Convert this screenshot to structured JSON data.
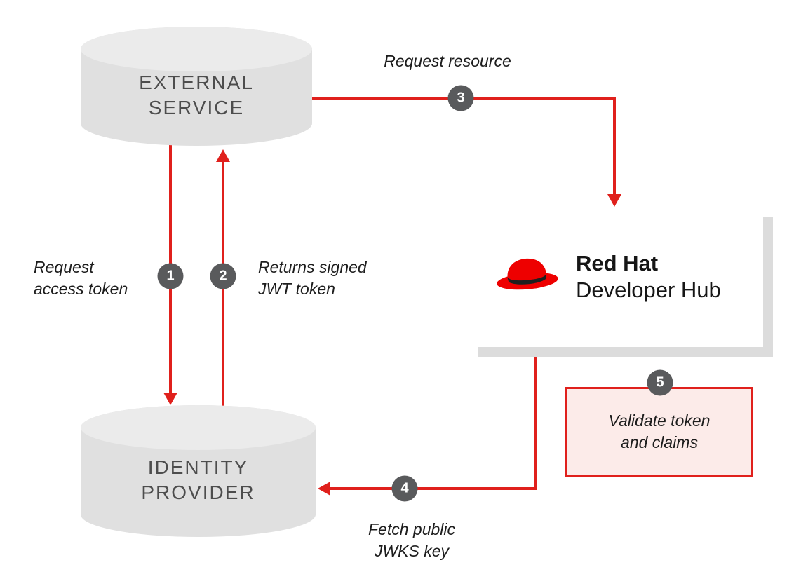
{
  "nodes": {
    "external_service": {
      "line1": "EXTERNAL",
      "line2": "SERVICE"
    },
    "identity_provider": {
      "line1": "IDENTITY",
      "line2": "PROVIDER"
    },
    "developer_hub": {
      "name_bold": "Red Hat",
      "name_regular": "Developer Hub"
    },
    "validate": {
      "line1": "Validate token",
      "line2": "and claims"
    }
  },
  "steps": {
    "s1": {
      "num": "1",
      "line1": "Request",
      "line2": "access token"
    },
    "s2": {
      "num": "2",
      "line1": "Returns signed",
      "line2": "JWT token"
    },
    "s3": {
      "num": "3",
      "label": "Request resource"
    },
    "s4": {
      "num": "4",
      "line1": "Fetch public",
      "line2": "JWKS key"
    },
    "s5": {
      "num": "5"
    }
  },
  "colors": {
    "arrow_red": "#e0201c",
    "hat_red": "#ee0000",
    "badge_gray": "#595a5c",
    "cylinder_gray": "#e0e0e0",
    "validate_bg": "#fcebe9",
    "shadow_gray": "#dcdcdc",
    "label_dark": "#1d1d1d"
  }
}
